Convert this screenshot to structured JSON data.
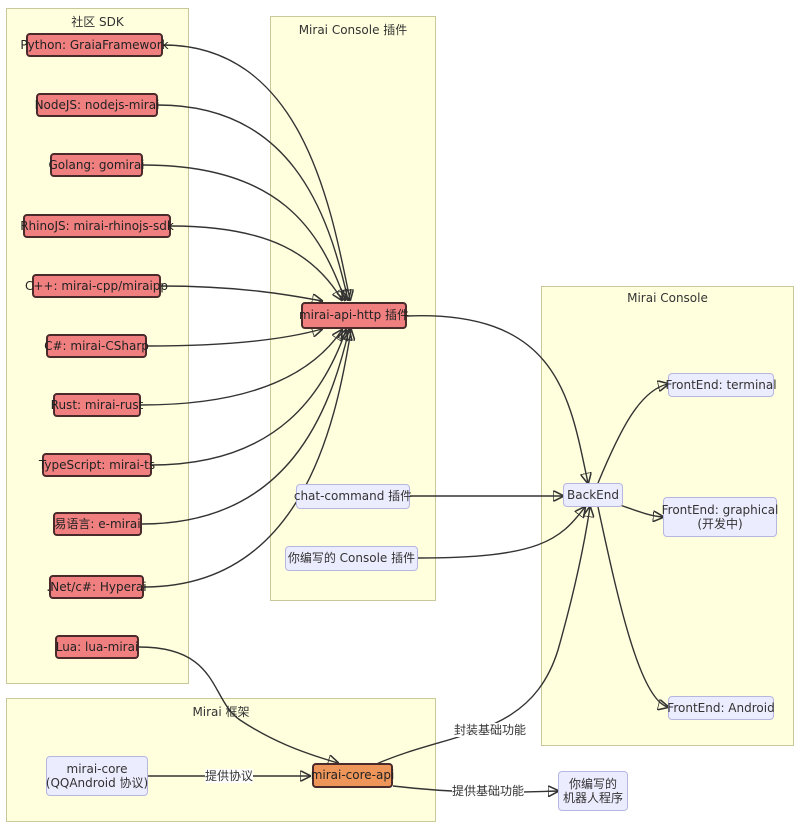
{
  "clusters": {
    "sdk": "社区 SDK",
    "plugin": "Mirai Console 插件",
    "console": "Mirai Console",
    "framework": "Mirai 框架"
  },
  "sdk_nodes": [
    "Python: GraiaFramework",
    "NodeJS: nodejs-mirai",
    "Golang: gomirai",
    "RhinoJS: mirai-rhinojs-sdk",
    "C++: mirai-cpp/miraipp",
    "C#: mirai-CSharp",
    "Rust: mirai-rust",
    "TypeScript: mirai-ts",
    "易语言: e-mirai",
    ".Net/c#: Hyperai",
    "Lua: lua-mirai"
  ],
  "plugin_nodes": {
    "api_http": "mirai-api-http 插件",
    "chat_command": "chat-command 插件",
    "your_plugin": "你编写的 Console 插件"
  },
  "console_nodes": {
    "backend": "BackEnd",
    "terminal": "FrontEnd: terminal",
    "graphical_1": "FrontEnd: graphical",
    "graphical_2": "(开发中)",
    "android": "FrontEnd: Android"
  },
  "framework_nodes": {
    "core_1": "mirai-core",
    "core_2": "(QQAndroid 协议)",
    "core_api": "mirai-core-api"
  },
  "bot": {
    "line_1": "你编写的",
    "line_2": "机器人程序"
  },
  "edge_labels": {
    "provide_protocol": "提供协议",
    "wrap_basic": "封装基础功能",
    "provide_basic": "提供基础功能"
  },
  "colors": {
    "cluster_fill": "#ffffde",
    "sdk_node": "#f08080",
    "core_api_node": "#ee955a",
    "default_node": "#ececff"
  }
}
